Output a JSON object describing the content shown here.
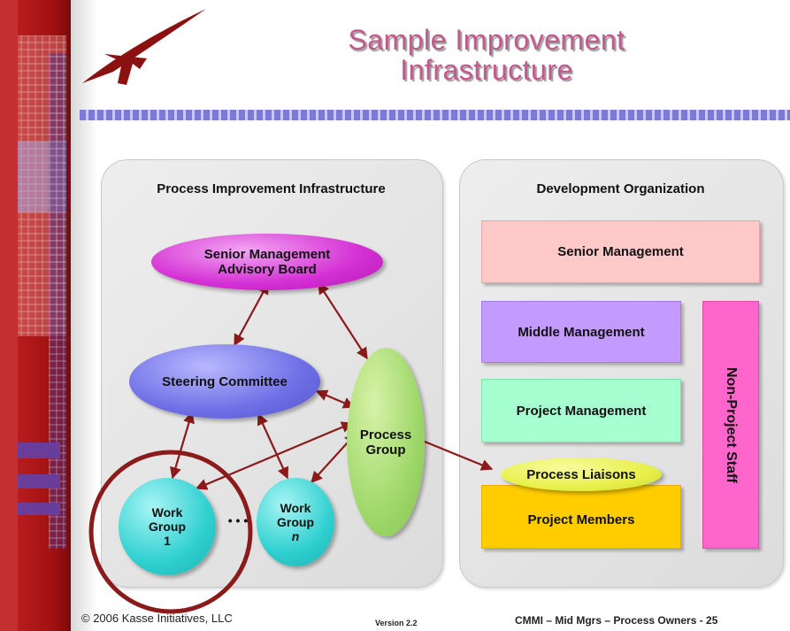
{
  "slide": {
    "title_line1": "Sample Improvement",
    "title_line2": "Infrastructure"
  },
  "left_panel": {
    "title": "Process Improvement Infrastructure",
    "senior_board_line1": "Senior Management",
    "senior_board_line2": "Advisory Board",
    "steering_committee": "Steering Committee",
    "process_group_line1": "Process",
    "process_group_line2": "Group",
    "work_group_1_line1": "Work",
    "work_group_1_line2": "Group",
    "work_group_1_line3": "1",
    "ellipsis": "• • •",
    "work_group_n_line1": "Work",
    "work_group_n_line2": "Group",
    "work_group_n_line3": "n"
  },
  "right_panel": {
    "title": "Development Organization",
    "senior_management": "Senior Management",
    "middle_management": "Middle Management",
    "project_management": "Project Management",
    "process_liaisons": "Process Liaisons",
    "project_members": "Project Members",
    "non_project_staff": "Non-Project Staff"
  },
  "footer": {
    "copyright": "© 2006 Kasse Initiatives, LLC",
    "version": "Version 2.2",
    "page_label": "CMMI – Mid Mgrs – Process Owners - 25"
  },
  "colors": {
    "senior_board": "#d42fd4",
    "steering": "#6f6fe6",
    "process_group": "#9fd86a",
    "work_group": "#2fd0d0",
    "senior_mgmt_box": "#ffc9c9",
    "middle_mgmt_box": "#c39bff",
    "project_mgmt_box": "#a6ffd0",
    "liaisons": "#e8f04a",
    "project_members": "#ffcc00",
    "non_project_staff": "#ff66cc",
    "arrow": "#8b1a1a",
    "highlight_circle": "#8b1a1a",
    "sidebar_red": "#b01818"
  }
}
